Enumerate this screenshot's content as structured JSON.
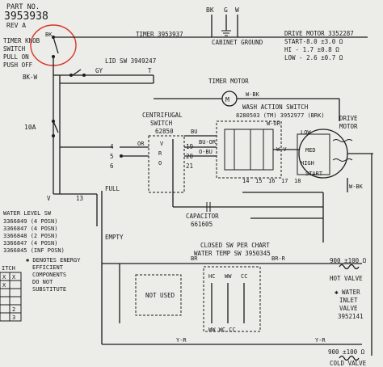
{
  "part_number": {
    "label": "PART NO.",
    "value": "3953938",
    "rev": "REV A"
  },
  "header_line": {
    "bk": "BK",
    "g": "G",
    "w": "W",
    "cabinet_ground": "CABINET GROUND"
  },
  "timer": {
    "label": "TIMER 3953937"
  },
  "timer_knob": {
    "line1": "TIMER KNOB",
    "line2": "SWITCH",
    "line3": "PULL ON",
    "line4": "PUSH OFF"
  },
  "lid_switch": {
    "label": "LID SW 3949247"
  },
  "drive_motor_spec": {
    "line1": "DRIVE MOTOR 3352287",
    "line2": "START-8.0 ±3.0 Ω",
    "line3": "HI - 1.7 ±0.8 Ω",
    "line4": "LOW - 2.6 ±0.7 Ω"
  },
  "wire_colors": {
    "bk_w": "BK-W",
    "gy": "GY",
    "t": "T",
    "w_bk": "W-BK",
    "bu": "BU",
    "bu_or": "BU-OR",
    "o_bu": "O-BU",
    "w_or": "W-OR",
    "w_v": "W-V",
    "v": "V",
    "r": "R",
    "o": "O",
    "or": "OR",
    "w_bk2": "W-BK",
    "br": "BR",
    "br_r": "BR-R",
    "y_r": "Y-R",
    "bk2": "BK"
  },
  "timer_motor": {
    "label": "TIMER MOTOR"
  },
  "wash_action": {
    "line1": "WASH ACTION SWITCH",
    "line2": "8280503 (TM) 3952977 (BRK)"
  },
  "centrifugal": {
    "line1": "CENTRIFUGAL",
    "line2": "SWITCH",
    "line3": "62850"
  },
  "motor": {
    "title1": "DRIVE",
    "title2": "MOTOR",
    "low": "LOW",
    "med": "MED",
    "high": "HIGH",
    "start": "START"
  },
  "contacts": {
    "c4": "4",
    "c5": "5",
    "c6": "6",
    "c19": "19",
    "c20": "20",
    "c21": "21",
    "c10a": "10A",
    "c13": "13",
    "c14": "14",
    "c15": "15",
    "c16": "16",
    "c17": "17",
    "c18": "18"
  },
  "full": "FULL",
  "empty": "EMPTY",
  "capacitor": {
    "line1": "CAPACITOR",
    "line2": "661605"
  },
  "water_level": {
    "line1": "WATER LEVEL SW",
    "line2": "3366849 (4 POSN)",
    "line3": "3366847 (4 POSN)",
    "line4": "3366848 (2 POSN)",
    "line5": "3366847 (4 POSN)",
    "line6": "3366845 (INF POSN)"
  },
  "energy_note": {
    "line1": "✱ DENOTES ENERGY",
    "line2": "EFFICIENT",
    "line3": "COMPONENTS",
    "line4": "DO NOT",
    "line5": "SUBSTITUTE"
  },
  "closed_sw": {
    "line1": "CLOSED SW PER CHART",
    "line2": "WATER TEMP SW 3950345"
  },
  "not_used": "NOT USED",
  "temp_labels": {
    "hc": "HC",
    "ww": "WW",
    "cc": "CC",
    "bottom": "WW WC CC"
  },
  "hot_valve": {
    "ohm": "900 ±100 Ω",
    "label": "HOT VALVE"
  },
  "water_inlet": {
    "line1": "✱ WATER",
    "line2": "INLET",
    "line3": "VALVE",
    "line4": "3952141"
  },
  "cold_valve": {
    "ohm": "900 ±100 Ω",
    "label": "COLD VALVE"
  },
  "switch_chart": {
    "title": "ITCH",
    "rows": [
      "2",
      "3"
    ],
    "cells": [
      "X",
      "X",
      "X"
    ]
  }
}
